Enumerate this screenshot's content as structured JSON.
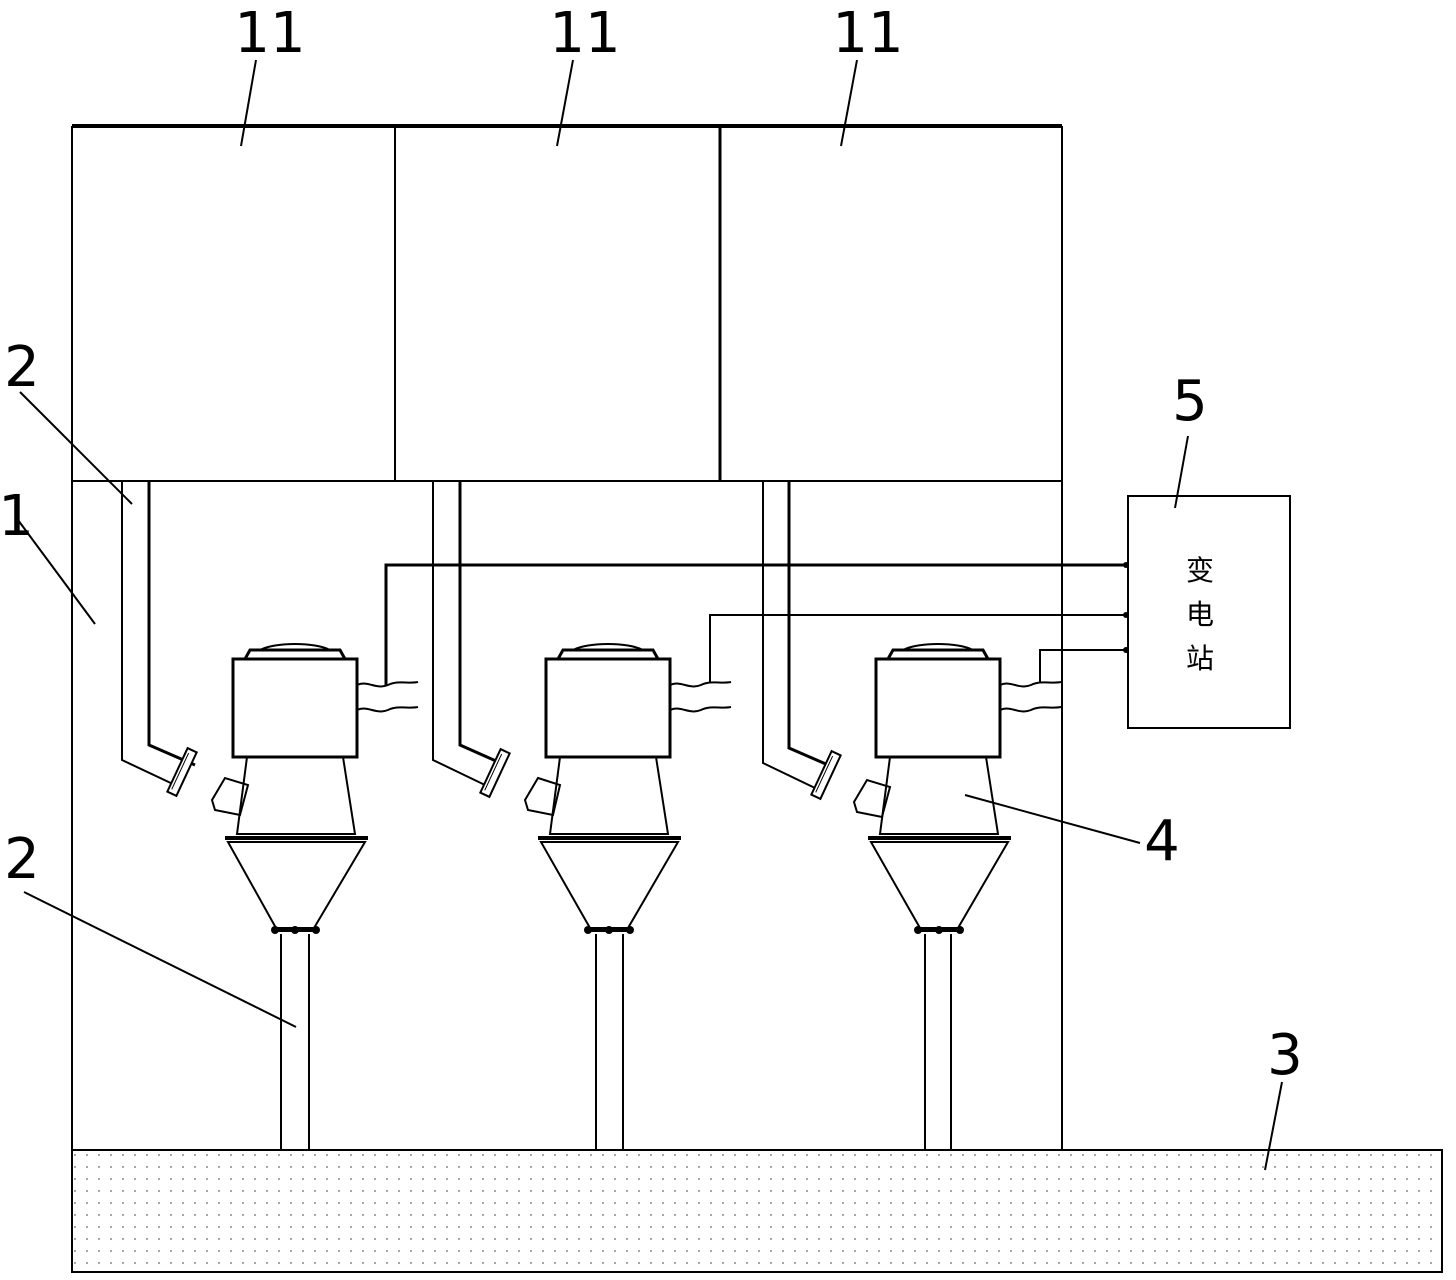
{
  "labels": {
    "reservoir_a": "11",
    "reservoir_b": "11",
    "reservoir_c": "11",
    "pipe_upper": "2",
    "dam": "1",
    "pipe_lower": "2",
    "river": "3",
    "turbine": "4",
    "substation": "5"
  },
  "substation_text": [
    "变",
    "电",
    "站"
  ]
}
